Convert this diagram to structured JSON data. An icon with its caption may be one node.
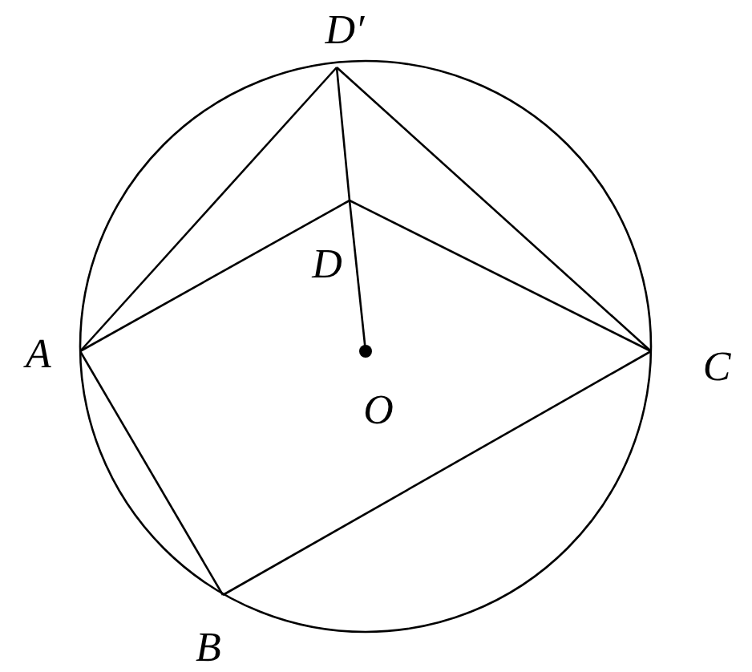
{
  "diagram": {
    "nodes": [
      {
        "text": [
          "D′"
        ]
      },
      {
        "text": [
          "D"
        ]
      },
      {
        "text": [
          "A"
        ]
      },
      {
        "text": [
          "O"
        ]
      },
      {
        "text": [
          "C"
        ]
      },
      {
        "text": [
          "B"
        ]
      }
    ],
    "edges": [
      {
        "from": 2,
        "to": 0,
        "arrow": "none"
      },
      {
        "from": 0,
        "to": 4,
        "arrow": "none"
      },
      {
        "from": 2,
        "to": 1,
        "arrow": "none"
      },
      {
        "from": 1,
        "to": 4,
        "arrow": "none"
      },
      {
        "from": 2,
        "to": 5,
        "arrow": "none"
      },
      {
        "from": 5,
        "to": 4,
        "arrow": "none"
      },
      {
        "from": 0,
        "to": 1,
        "arrow": "none"
      },
      {
        "from": 1,
        "to": 3,
        "arrow": "none"
      }
    ]
  }
}
